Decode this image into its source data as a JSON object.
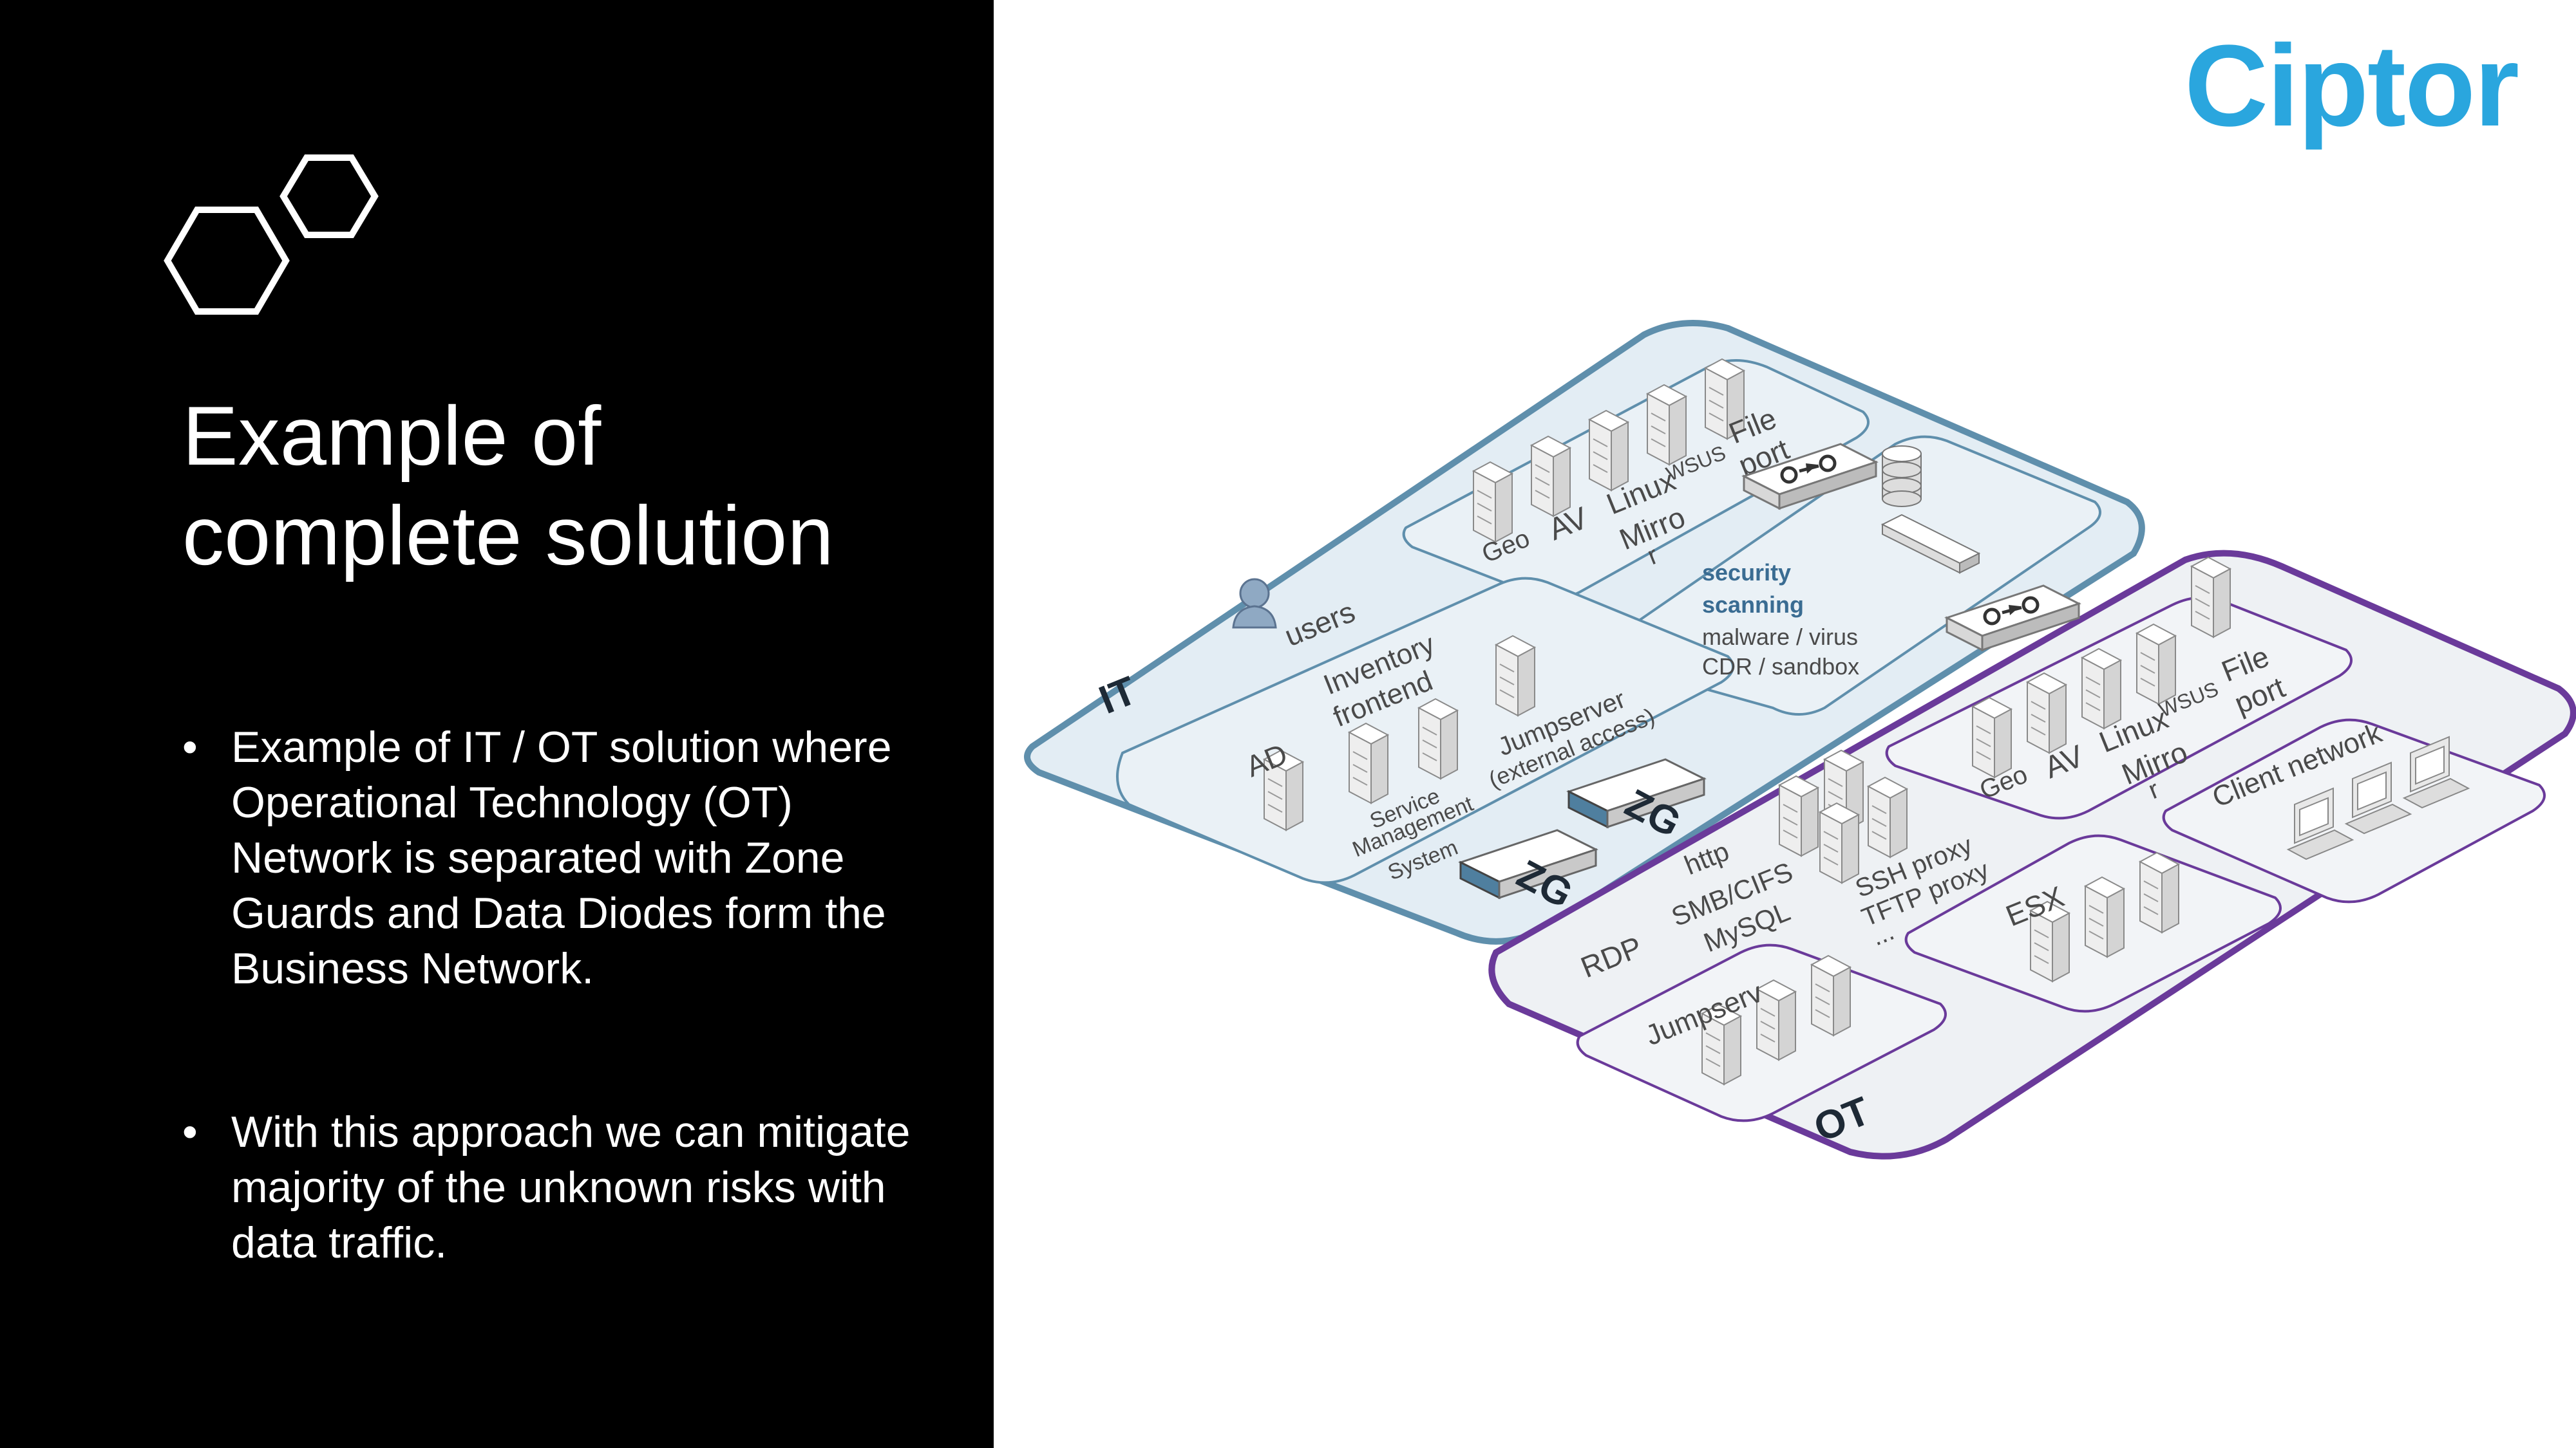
{
  "brand": {
    "name": "Ciptor",
    "color": "#2aa6de"
  },
  "slide": {
    "title_line1": "Example of",
    "title_line2": "complete solution",
    "bullets": [
      "Example of IT / OT solution where Operational Technology (OT) Network is separated with Zone Guards and Data Diodes form the Business Network.",
      "With this approach we can mitigate majority of the unknown risks with data traffic."
    ]
  },
  "icons": {
    "decor": "hexagon-outline-icon",
    "user": "user-icon",
    "server": "server-icon",
    "diode": "data-diode-icon",
    "database": "database-icon",
    "workstation": "workstation-icon"
  },
  "colors": {
    "it_zone": "#e3edf4",
    "it_border": "#5f8fac",
    "ot_border": "#6a3a9a",
    "zoneguard": "#4f7f9f",
    "security_text": "#3a6c92"
  },
  "diagram": {
    "it": {
      "label": "IT",
      "users": "users",
      "it_services": [
        "Geo",
        "AV",
        "Linux",
        "WSUS",
        "Mirro",
        "r",
        "File",
        "port"
      ],
      "business_labels": [
        "AD",
        "Inventory",
        "frontend",
        "Jumpserver",
        "(external access)",
        "Service",
        "Management",
        "System"
      ],
      "security": [
        "security",
        "scanning",
        "malware / virus",
        "CDR / sandbox"
      ]
    },
    "zone_guard": "ZG",
    "ot": {
      "label": "OT",
      "proto_rdp": "RDP",
      "protocols": [
        "http",
        "SMB/CIFS",
        "MySQL",
        "SSH proxy",
        "TFTP proxy",
        "..."
      ],
      "ot_services": [
        "Geo",
        "AV",
        "Linux",
        "WSUS",
        "Mirro",
        "r",
        "File",
        "port"
      ],
      "client_network": "Client network",
      "esx": "ESX",
      "jumpserver": "Jumpserv"
    }
  }
}
